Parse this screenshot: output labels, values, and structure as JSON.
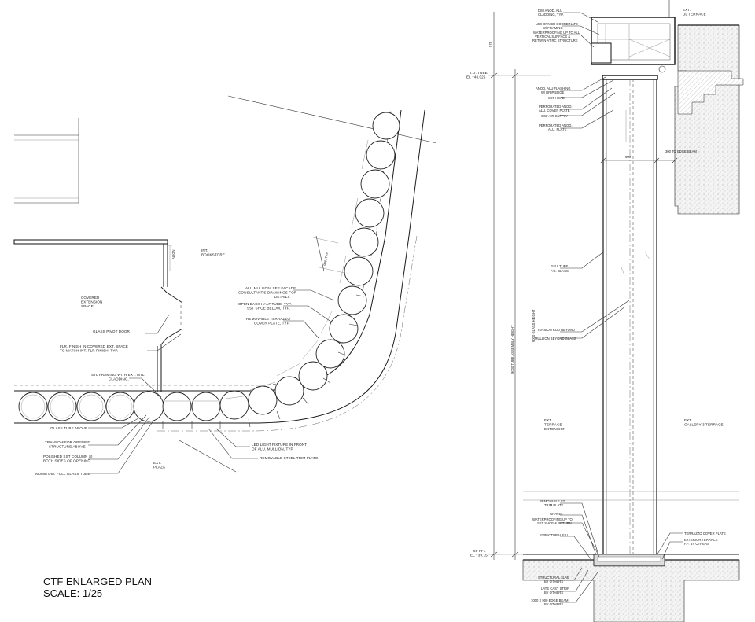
{
  "title": {
    "line1": "CTF ENLARGED PLAN",
    "line2": "SCALE: 1/25"
  },
  "plan": {
    "room_label": "INT.\nBOOKSTORE",
    "covered_label": "COVERED\nEXTENSION\nSPACE",
    "plaza_label": "EXT.\nPLAZA",
    "align_label": "ALIGN",
    "dim_900": "900, TYP.",
    "notes_right": [
      "ALU MULLION: SEE FACADE",
      "CONSULTANT'S DRAWINGS FOR",
      "DETAILS",
      "OPEN BACK HALF TUBE, TYP.",
      "SST SHOE BELOW, TYP.",
      "REMOVABLE TERRAZZO",
      "COVER PLATE, TYP."
    ],
    "notes_left": [
      "GLASS PIVOT DOOR",
      "FLR. FINISH IN COVERED EXT. SPACE",
      "TO MATCH INT. FLR FINISH, TYP.",
      "STL FRAMING WITH EXT. MTL",
      "CLADDING.",
      "GLASS TUBE ABOVE",
      "TRANSOM FOR OPENING",
      "STRUCTURE ABOVE",
      "POLISHED SST COLUMN @",
      "BOTH SIDES OF OPENING",
      "900MM DIA. FULL GLASS TUBE"
    ],
    "notes_bottom": [
      "LED LIGHT FIXTURE IN FRONT",
      "OF ALU. MULLION, TYP.",
      "REMOVABLE STEEL TRIM PLATE"
    ]
  },
  "section": {
    "top_label": "EXT.\nUL TERRACE",
    "dim_top": "575",
    "to_tube": "T.O. TUBE\nEL +48.025",
    "ff_label": "6F FFL\nEL +39.15",
    "dim_tube": "9000 TUBE ASSEMBLY HEIGHT",
    "dim_glass": "9000 GLASS HEIGHT",
    "dim_900": "900",
    "edge_beam": "300 TO EDGE BEAM",
    "ext_left": "EXT.\nTERRACE\nEXTENSION",
    "ext_right": "EXT.\nGALLERY 3 TERRACE",
    "notes_top": [
      "DIM ANOD. ALU",
      "CLADDING, TYP.",
      "LED DRIVER COORDINATE",
      "W/ FRAMING",
      "WATERPROOFING UP TO ALL",
      "VERTICAL SURFACE &",
      "RETURN AT RC STRUCTURE",
      "ANOD. ALU FLASHING",
      "W/ DRIP EDGE",
      "SST HEAD",
      "PERFORATED ANOD.",
      "ALU. COVER PLATE",
      "CCF AIR SUPPLY",
      "PERFORATED ANOD.",
      "ALU. PLATE"
    ],
    "notes_mid": [
      "FULL TUBE",
      "F.G. GLASS",
      "TENSION ROD BEYOND",
      "MULLION BEYOND GLASS"
    ],
    "notes_bottom": [
      "REMOVABLE STL",
      "TRIM PLATE",
      "GRAVEL",
      "WATERPROOFING UP TO",
      "SST SHOE & RETURN",
      "STRUCTURAL FILL",
      "STRUCTURAL SLAB",
      "BY OTHERS",
      "LATE CAST STRIP",
      "BY OTHERS",
      "1000 X 900 EDGE BEAM",
      "BY OTHERS"
    ],
    "notes_right_bottom": [
      "TERRAZZO COVER PLATE",
      "EXTERIOR TERRACE",
      "F.F. BY OTHERS"
    ]
  }
}
